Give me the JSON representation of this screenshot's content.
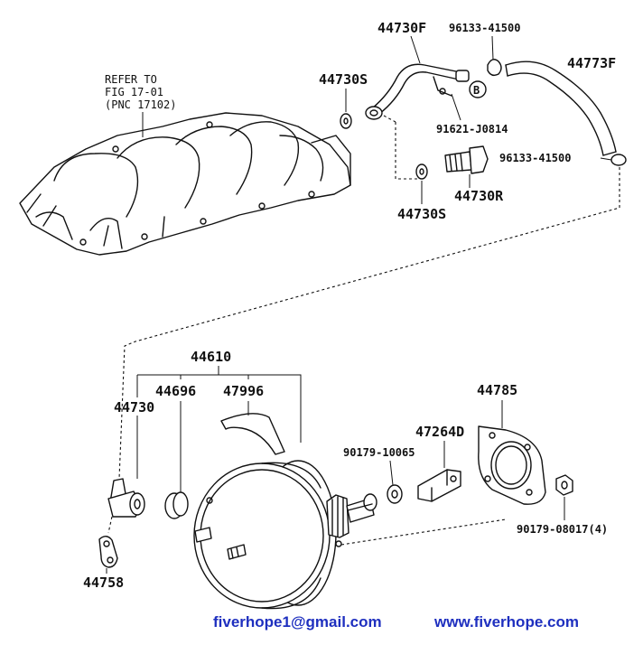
{
  "labels": {
    "p44730F": "44730F",
    "p96133_41500_top": "96133-41500",
    "p44773F": "44773F",
    "p44730S_top": "44730S",
    "pB": "B",
    "p91621": "91621-J0814",
    "p96133_41500_mid": "96133-41500",
    "p44730R": "44730R",
    "p44730S_mid": "44730S",
    "ref_line1": "REFER TO",
    "ref_line2": "FIG 17-01",
    "ref_line3": "(PNC 17102)",
    "p44610": "44610",
    "p44696": "44696",
    "p47996": "47996",
    "p44730": "44730",
    "p44785": "44785",
    "p47264D": "47264D",
    "p90179_10065": "90179-10065",
    "p90179_08017": "90179-08017(4)",
    "p44758": "44758"
  },
  "footer": {
    "email": "fiverhope1@gmail.com",
    "website": "www.fiverhope.com",
    "color": "#1e2fbf"
  },
  "colors": {
    "ink": "#111111",
    "background": "#ffffff"
  }
}
